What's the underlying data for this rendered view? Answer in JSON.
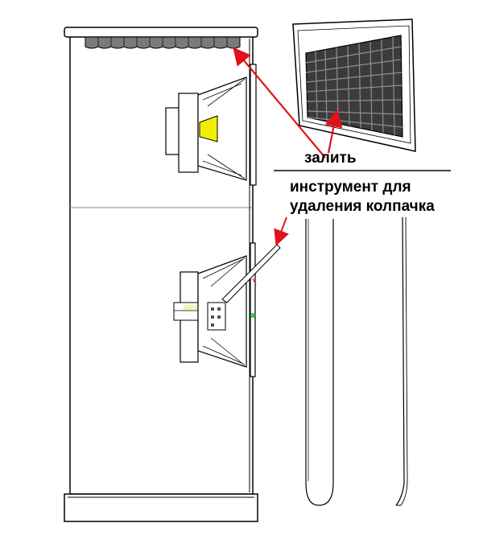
{
  "labels": {
    "fill": "залить",
    "tool_line1": "инструмент для",
    "tool_line2": "удаления колпачка"
  },
  "colors": {
    "stroke": "#000000",
    "arrow": "#e0121b",
    "tweeter_cone": "#f2ee00",
    "grille": "#3b3b3b",
    "grille_light": "#8f8f8f",
    "led": "#2ecc40",
    "divider": "#444444"
  },
  "icons": {
    "speaker": "floor-speaker-cabinet",
    "arrows": "red-arrow"
  }
}
